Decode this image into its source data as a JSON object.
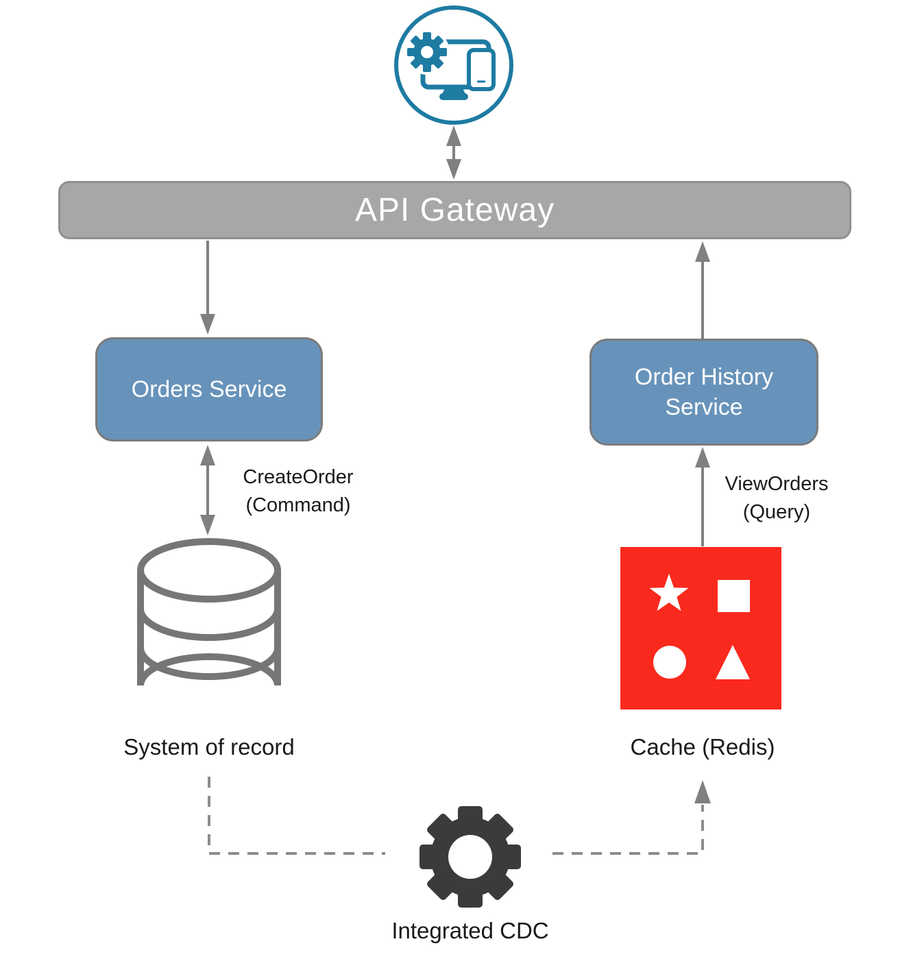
{
  "diagram": {
    "type": "architecture-diagram",
    "topic": "CQRS order system",
    "nodes": {
      "client": {
        "icon": "client-devices-icon"
      },
      "api_gateway": {
        "label": "API Gateway"
      },
      "orders_service": {
        "label": "Orders Service"
      },
      "order_history_service": {
        "label": "Order History Service"
      },
      "system_of_record": {
        "label": "System of record",
        "icon": "database-cylinder-icon"
      },
      "cache": {
        "label": "Cache (Redis)",
        "icon": "redis-icon"
      },
      "cdc": {
        "label": "Integrated CDC",
        "icon": "gear-icon"
      }
    },
    "edges": {
      "client_gateway": {
        "style": "solid",
        "direction": "both"
      },
      "gateway_orders": {
        "style": "solid",
        "direction": "down"
      },
      "orders_db": {
        "label_line1": "CreateOrder",
        "label_line2": "(Command)",
        "style": "solid",
        "direction": "both"
      },
      "history_gateway": {
        "style": "solid",
        "direction": "up"
      },
      "cache_history": {
        "label_line1": "ViewOrders",
        "label_line2": "(Query)",
        "style": "solid",
        "direction": "up"
      },
      "db_cdc": {
        "style": "dashed",
        "direction": "none"
      },
      "cdc_cache": {
        "style": "dashed",
        "direction": "up"
      }
    },
    "colors": {
      "accent_teal": "#1e7ba2",
      "service_blue": "#6793ba",
      "gateway_gray": "#a7a7a7",
      "arrow_gray": "#808080",
      "dashed_gray": "#8c8c8c",
      "cylinder_gray": "#767676",
      "redis_red": "#fa291d",
      "gear_dark": "#3b3b3b"
    }
  }
}
